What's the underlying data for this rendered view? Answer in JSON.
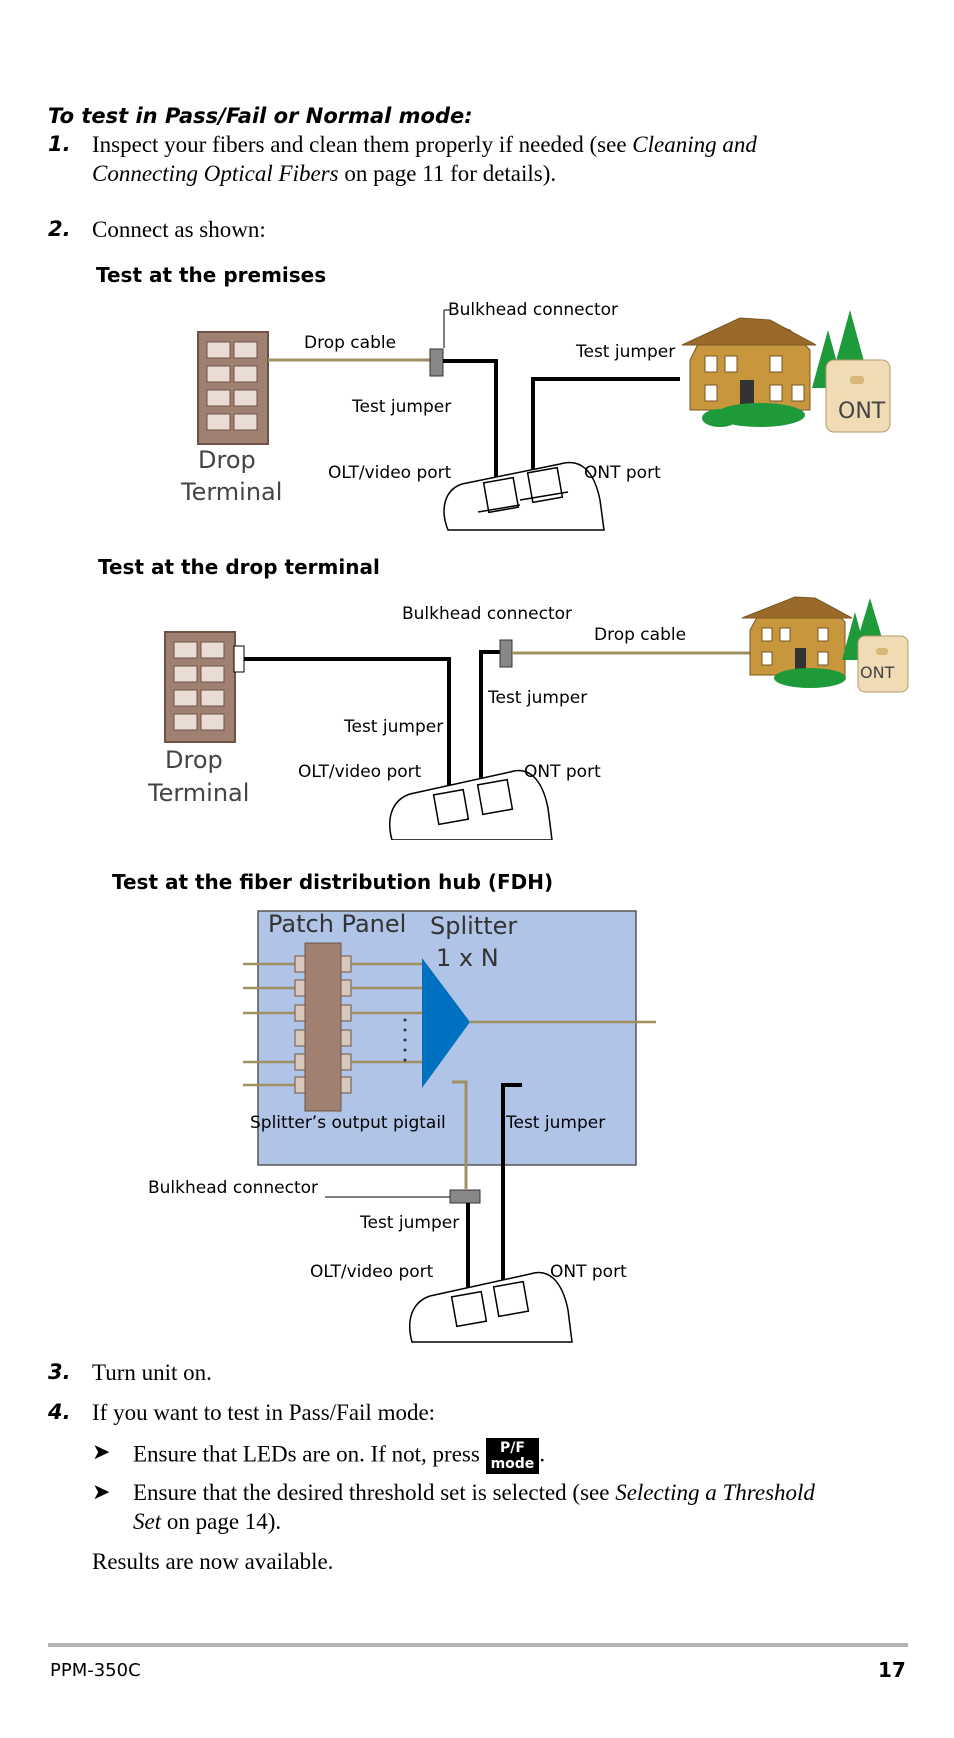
{
  "heading": "To test in Pass/Fail or Normal mode:",
  "steps": {
    "s1": {
      "num": "1.",
      "text_a": "Inspect your fibers and clean them properly if needed (see ",
      "ref": "Cleaning and",
      "ref2": "Connecting Optical Fibers",
      "text_b": " on page 11 for details)."
    },
    "s2": {
      "num": "2.",
      "text": "Connect as shown:"
    },
    "s3": {
      "num": "3.",
      "text": "Turn unit on."
    },
    "s4": {
      "num": "4.",
      "text": "If you want to test in Pass/Fail mode:"
    }
  },
  "bullets": {
    "b1": {
      "text": "Ensure that LEDs are on. If not, press ",
      "key_top": "P/F",
      "key_bottom": "mode",
      "end": "."
    },
    "b2": {
      "text_a": "Ensure that the desired threshold set is selected (see ",
      "ref": "Selecting a Threshold",
      "ref2": "Set",
      "text_b": " on page 14)."
    }
  },
  "results": "Results are now available.",
  "diagram1": {
    "title": "Test at the premises",
    "bulkhead": "Bulkhead connector",
    "drop_cable": "Drop cable",
    "test_jumper_right": "Test jumper",
    "test_jumper_left": "Test jumper",
    "olt": "OLT/video port",
    "ont_port": "ONT port",
    "drop": "Drop",
    "terminal": "Terminal",
    "ont": "ONT"
  },
  "diagram2": {
    "title": "Test at the drop terminal",
    "bulkhead": "Bulkhead connector",
    "drop_cable": "Drop cable",
    "test_jumper_right": "Test jumper",
    "test_jumper_left": "Test jumper",
    "olt": "OLT/video port",
    "ont_port": "ONT port",
    "drop": "Drop",
    "terminal": "Terminal",
    "ont": "ONT"
  },
  "diagram3": {
    "title": "Test at the fiber distribution hub (FDH)",
    "patch_panel": "Patch Panel",
    "splitter": "Splitter",
    "ratio": "1 x N",
    "pigtail": "Splitter’s output pigtail",
    "test_jumper_inner": "Test jumper",
    "bulkhead": "Bulkhead connector",
    "test_jumper": "Test jumper",
    "olt": "OLT/video port",
    "ont_port": "ONT port"
  },
  "footer": {
    "model": "PPM-350C",
    "page": "17"
  },
  "colors": {
    "fiber": "#a09060",
    "terminal": "#a08070",
    "panel_bg": "#afc4e6",
    "splitter": "#0070c0",
    "house": "#c8963c",
    "tree": "#1f9a3a"
  }
}
